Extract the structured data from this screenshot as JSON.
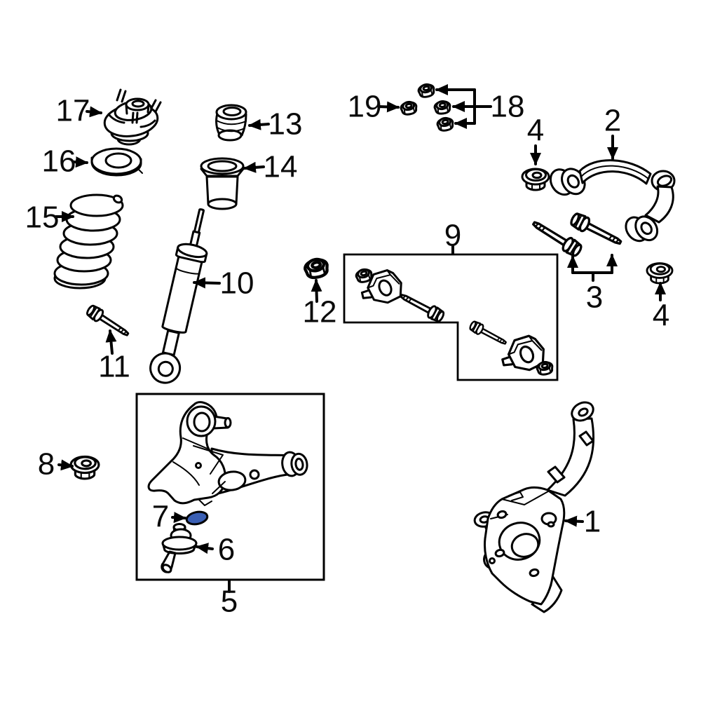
{
  "diagram": {
    "type": "exploded-parts-diagram",
    "subject": "front-suspension",
    "background_color": "#ffffff",
    "line_color": "#000000",
    "highlight_color": "#3a5fb4",
    "highlighted_callout": "7",
    "callouts": {
      "c1": {
        "label": "1",
        "part": "steering-knuckle"
      },
      "c2": {
        "label": "2",
        "part": "upper-control-arm"
      },
      "c3": {
        "label": "3",
        "part": "upper-control-arm-bolts"
      },
      "c4a": {
        "label": "4",
        "part": "upper-control-arm-nut-front"
      },
      "c4b": {
        "label": "4",
        "part": "upper-control-arm-nut-rear"
      },
      "c5": {
        "label": "5",
        "part": "lower-control-arm-assembly"
      },
      "c6": {
        "label": "6",
        "part": "lower-ball-joint"
      },
      "c7": {
        "label": "7",
        "part": "ball-joint-snap-ring",
        "highlighted": true
      },
      "c8": {
        "label": "8",
        "part": "lower-arm-flange-nut"
      },
      "c9": {
        "label": "9",
        "part": "alignment-cam-bolt-kit"
      },
      "c10": {
        "label": "10",
        "part": "shock-absorber"
      },
      "c11": {
        "label": "11",
        "part": "shock-lower-bolt"
      },
      "c12": {
        "label": "12",
        "part": "cam-bolt-nut"
      },
      "c13": {
        "label": "13",
        "part": "jounce-bumper"
      },
      "c14": {
        "label": "14",
        "part": "shock-dust-boot"
      },
      "c15": {
        "label": "15",
        "part": "coil-spring"
      },
      "c16": {
        "label": "16",
        "part": "spring-insulator"
      },
      "c17": {
        "label": "17",
        "part": "strut-mount"
      },
      "c18": {
        "label": "18",
        "part": "strut-mount-nuts"
      },
      "c19": {
        "label": "19",
        "part": "strut-rod-nut"
      }
    }
  }
}
